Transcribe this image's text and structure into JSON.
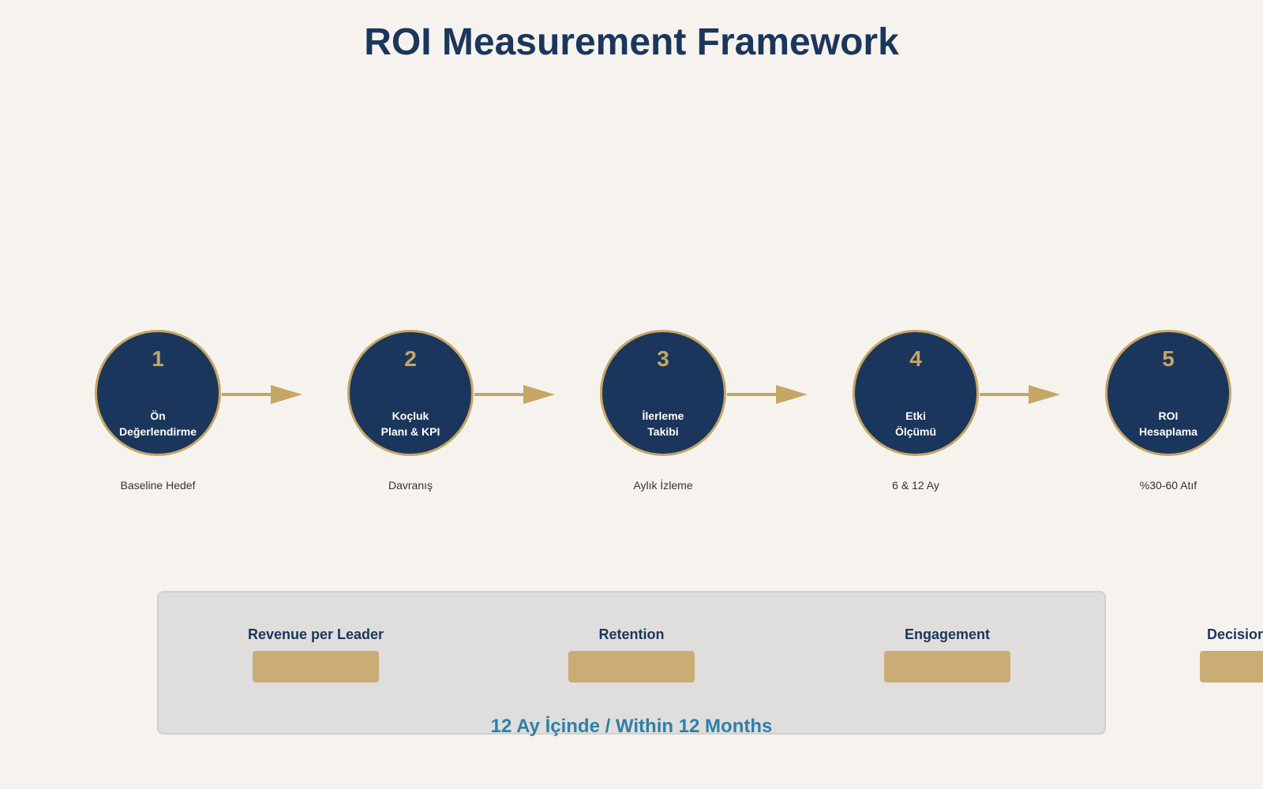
{
  "title": "ROI Measurement Framework",
  "colors": {
    "background": "#f6f3ee",
    "navy": "#1b365d",
    "gold": "#c6a664",
    "panel": "#dfdedc",
    "bar": "#c9ad74",
    "footer_text": "#2e80a6"
  },
  "steps": [
    {
      "number": "1",
      "label_line1": "Ön",
      "label_line2": "Değerlendirme",
      "sub": "Baseline Hedef"
    },
    {
      "number": "2",
      "label_line1": "Koçluk",
      "label_line2": "Planı & KPI",
      "sub": "Davranış"
    },
    {
      "number": "3",
      "label_line1": "İlerleme",
      "label_line2": "Takibi",
      "sub": "Aylık İzleme"
    },
    {
      "number": "4",
      "label_line1": "Etki",
      "label_line2": "Ölçümü",
      "sub": "6 & 12 Ay"
    },
    {
      "number": "5",
      "label_line1": "ROI",
      "label_line2": "Hesaplama",
      "sub": "%30-60 Atıf"
    }
  ],
  "metrics": [
    {
      "label": "Revenue per Leader"
    },
    {
      "label": "Retention"
    },
    {
      "label": "Engagement"
    },
    {
      "label": "Decision"
    }
  ],
  "footer": "12 Ay İçinde / Within 12 Months"
}
